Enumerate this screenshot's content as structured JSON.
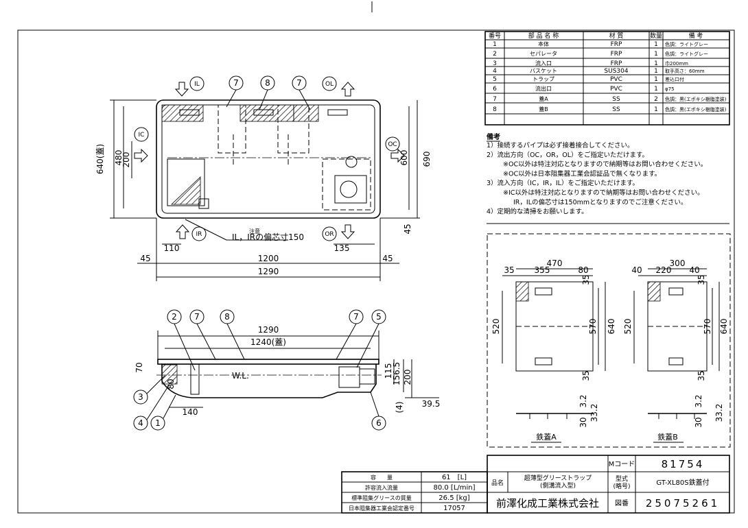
{
  "plan_view": {
    "dims": {
      "d640": "640(蓋)",
      "d480": "480",
      "d200": "200",
      "d600": "600",
      "d690": "690",
      "d45r": "45",
      "d110": "110",
      "d135": "135",
      "d45a": "45",
      "d1200": "1200",
      "d45b": "45",
      "d1290": "1290"
    },
    "ports": {
      "IL": "IL",
      "OL": "OL",
      "IC": "IC",
      "OC": "OC",
      "IR": "IR",
      "OR": "OR"
    },
    "callouts": {
      "c7a": "7",
      "c8": "8",
      "c7b": "7"
    },
    "note_small": "注意",
    "note_label": "IL，IRの偏芯寸150"
  },
  "side_view": {
    "dims": {
      "d1290": "1290",
      "d1240": "1240(蓋)",
      "d70": "70",
      "d80": "80",
      "d115": "115",
      "d156": "156.5",
      "d200": "200",
      "d140": "140",
      "d39": "39.5",
      "d4": "(4)"
    },
    "wl": "W.L.",
    "callouts": {
      "c2": "2",
      "c7a": "7",
      "c8": "8",
      "c7b": "7",
      "c5": "5",
      "c3": "3",
      "c4": "4",
      "c1": "1",
      "c6": "6"
    }
  },
  "parts_table": {
    "headers": [
      "番号",
      "部 品 名 称",
      "材 質",
      "数量",
      "備 考"
    ],
    "rows": [
      [
        "1",
        "本体",
        "FRP",
        "1",
        "色調：ライトグレー"
      ],
      [
        "2",
        "セパレータ",
        "FRP",
        "1",
        "色調：ライトグレー"
      ],
      [
        "3",
        "流入口",
        "FRP",
        "1",
        "巾200mm"
      ],
      [
        "4",
        "バスケット",
        "SUS304",
        "1",
        "取手高さ：60mm"
      ],
      [
        "5",
        "トラップ",
        "PVC",
        "1",
        "差込口付"
      ],
      [
        "6",
        "流出口",
        "PVC",
        "1",
        "φ75"
      ],
      [
        "7",
        "蓋A",
        "SS",
        "2",
        "色調：黒(エポキシ樹脂塗装)"
      ],
      [
        "8",
        "蓋B",
        "SS",
        "1",
        "色調：黒(エポキシ樹脂塗装)"
      ]
    ]
  },
  "notes": {
    "heading": "備考",
    "lines": [
      "1）接続するパイプは必ず接着接合してください。",
      "2）流出方向（OC，OR，OL）をご指定いただけます。",
      "※OC以外は特注対応となりますので納期等はお問い合わせください。",
      "※OC以外は日本阻集器工業会認証品で無くなります。",
      "3）流入方向（IC，IR，IL）をご指定いただけます。",
      "※IC以外は特注対応となりますので納期等はお問い合わせください。",
      "IR，ILの偏芯寸は150mmとなりますのでご注意ください。",
      "4）定期的な清掃をお願いします。"
    ]
  },
  "lid_a": {
    "title": "鉄蓋A",
    "dims": {
      "w470": "470",
      "l35": "35",
      "w355": "355",
      "r80": "80",
      "t35": "35",
      "h520": "520",
      "h570": "570",
      "h640": "640",
      "b35": "35",
      "s32": "3.2",
      "s30": "30",
      "s332": "33.2"
    }
  },
  "lid_b": {
    "title": "鉄蓋B",
    "dims": {
      "w300": "300",
      "l40": "40",
      "w220": "220",
      "r40": "40",
      "t35": "35",
      "h520": "520",
      "h570": "570",
      "h640": "640",
      "b35": "35",
      "s32": "3.2",
      "s30": "30",
      "s332": "33.2"
    }
  },
  "spec_table": {
    "rows": [
      [
        "容　　量",
        "61　[L]"
      ],
      [
        "許容流入流量",
        "80.0 [L/min]"
      ],
      [
        "標準阻集グリースの質量",
        "26.5 [kg]"
      ],
      [
        "日本阻集器工業会認定番号",
        "17057"
      ]
    ]
  },
  "title_block": {
    "mcode_label": "Mコード",
    "mcode": "81754",
    "name_label": "品名",
    "product_name_1": "超薄型グリーストラップ",
    "product_name_2": "(側溝流入型)",
    "model_label_1": "型式",
    "model_label_2": "(略号)",
    "model": "GT-XL80S鉄蓋付",
    "company": "前澤化成工業株式会社",
    "drawing_no_label": "図番",
    "drawing_no": "25075261"
  }
}
